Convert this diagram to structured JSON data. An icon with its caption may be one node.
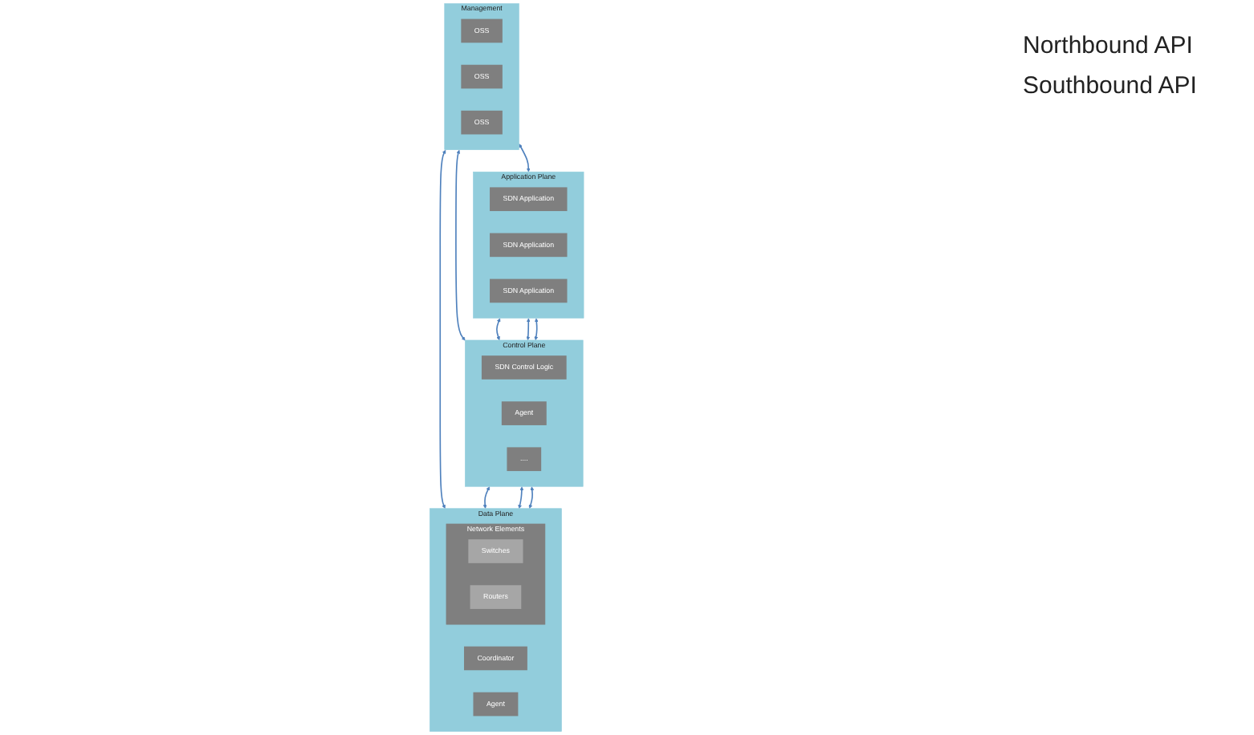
{
  "diagram": {
    "nodes": [
      {
        "text": [
          "Management"
        ]
      },
      {
        "text": [
          "OSS"
        ],
        "in": 0
      },
      {
        "text": [
          "OSS"
        ],
        "in": 0
      },
      {
        "text": [
          "OSS"
        ],
        "in": 0
      },
      {
        "text": [
          "Application Plane"
        ]
      },
      {
        "text": [
          "SDN Application"
        ],
        "in": 4
      },
      {
        "text": [
          "SDN Application"
        ],
        "in": 4
      },
      {
        "text": [
          "SDN Application"
        ],
        "in": 4
      },
      {
        "text": [
          "Control Plane"
        ]
      },
      {
        "text": [
          "SDN Control Logic"
        ],
        "in": 8
      },
      {
        "text": [
          "Agent"
        ],
        "in": 8
      },
      {
        "text": [
          "...."
        ],
        "in": 8
      },
      {
        "text": [
          "Data Plane"
        ]
      },
      {
        "text": [
          "Coordinator"
        ],
        "in": 12
      },
      {
        "text": [
          "Agent"
        ],
        "in": 12
      },
      {
        "text": [
          "Network Elements"
        ],
        "in": 12
      },
      {
        "text": [
          "Switches"
        ],
        "in": 15
      },
      {
        "text": [
          "Routers"
        ],
        "in": 15
      }
    ],
    "edges": [
      {
        "from": 0,
        "to": 4,
        "arrow": "both"
      },
      {
        "from": 0,
        "to": 8,
        "arrow": "both"
      },
      {
        "from": 0,
        "to": 12,
        "arrow": "both"
      },
      {
        "from": 4,
        "to": 8,
        "arrow": "both"
      },
      {
        "from": 4,
        "to": 8,
        "arrow": "both"
      },
      {
        "from": 4,
        "to": 8,
        "arrow": "both"
      },
      {
        "from": 8,
        "to": 12,
        "arrow": "both"
      },
      {
        "from": 8,
        "to": 12,
        "arrow": "both"
      },
      {
        "from": 8,
        "to": 12,
        "arrow": "both"
      }
    ],
    "labels": [
      "Northbound API",
      "Southbound API"
    ]
  }
}
